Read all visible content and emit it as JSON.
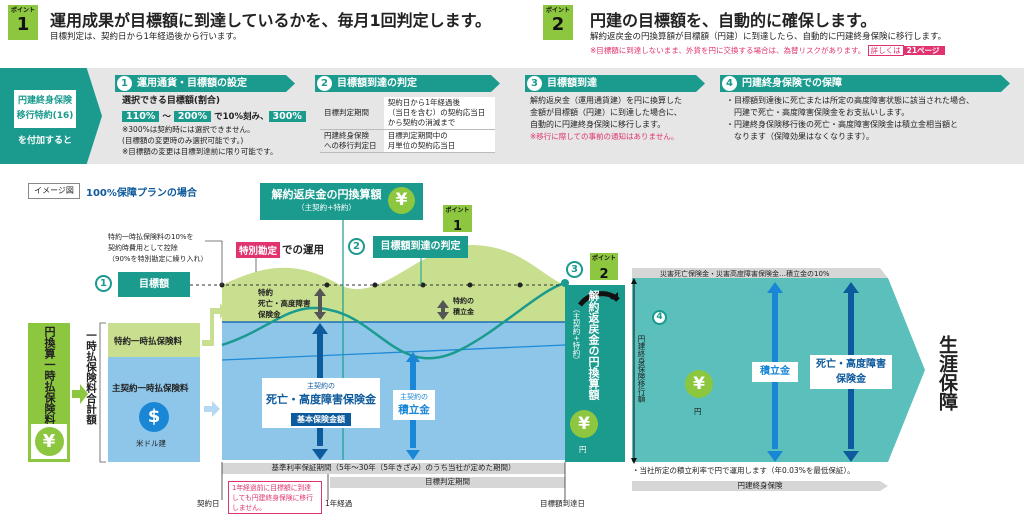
{
  "point1": {
    "badge_small": "ポイント",
    "badge_num": "1",
    "title": "運用成果が目標額に到達しているかを、毎月1回判定します。",
    "subtitle": "目標判定は、契約日から1年経過後から行います。"
  },
  "point2": {
    "badge_small": "ポイント",
    "badge_num": "2",
    "title": "円建の目標額を、自動的に確保します。",
    "subtitle": "解約返戻金の円換算額が目標額（円建）に到達したら、自動的に円建終身保険に移行します。",
    "note": "※目標額に到達しないまま、外貨を円に交換する場合は、為替リスクがあります。",
    "link_label": "詳しくは",
    "link_page": "21ページ"
  },
  "summary": {
    "rider_box": [
      "円建終身保険",
      "移行特約(16)"
    ],
    "rider_suffix": "を付加すると",
    "step1": {
      "num": "1",
      "title": "運用通貨・目標額の設定",
      "lead": "選択できる目標額(割合)",
      "pct_from": "110%",
      "tilde": "〜",
      "pct_to": "200%",
      "step_text": "で10%刻み、",
      "pct_max": "300%",
      "notes": [
        "※300%は契約時には選択できません。",
        "(目標額の変更時のみ選択可能です。)",
        "※目標額の変更は目標到達前に限り可能です。"
      ]
    },
    "step2": {
      "num": "2",
      "title": "目標額到達の判定",
      "rows": [
        {
          "head": "目標判定期間",
          "value": [
            "契約日から1年経過後",
            "（当日を含む）の契約応当日",
            "から契約の消滅まで"
          ]
        },
        {
          "head": "円建終身保険\nへの移行判定日",
          "value": [
            "目標判定期間中の",
            "月単位の契約応当日"
          ]
        }
      ]
    },
    "step3": {
      "num": "3",
      "title": "目標額到達",
      "lines": [
        "解約返戻金（運用通貨建）を円に換算した",
        "金額が目標額（円建）に到達した場合に、",
        "自動的に円建終身保険に移行します。"
      ],
      "note": "※移行に際しての事前の通知はありません。"
    },
    "step4": {
      "num": "4",
      "title": "円建終身保険での保障",
      "lines": [
        "・目標額到達後に死亡または所定の高度障害状態に該当された場合、",
        "　円建で死亡・高度障害保険金をお支払いします。",
        "・円建終身保険移行後の死亡・高度障害保険金は積立金相当額と",
        "　なります（保障効果はなくなります）。"
      ]
    }
  },
  "diagram": {
    "image_tag": "イメージ図",
    "plan": "100%保障プランの場合",
    "conversion_box": {
      "title": "解約返戻金の円換算額",
      "sub": "（主契約+特約）",
      "yen": "¥"
    },
    "point1_badge": {
      "small": "ポイント",
      "num": "1"
    },
    "point2_badge": {
      "small": "ポイント",
      "num": "2"
    },
    "deduction_note": [
      "特約一時払保険料の10%を",
      "契約時費用として控除",
      "（90%を特別勘定に繰り入れ）"
    ],
    "special_account": "特別勘定",
    "special_account_suffix": "での運用",
    "c1": "1",
    "target": "目標額",
    "c2": "2",
    "judge": "目標額到達の判定",
    "c3": "3",
    "c4": "4",
    "rider_death": [
      "特約",
      "死亡・高度障害",
      "保険金"
    ],
    "rider_reserve": [
      "特約の",
      "積立金"
    ],
    "yen_premium": "円換算一時払保険料",
    "yen_sym": "¥",
    "total_premium": "一時払保険料合計額",
    "rider_premium": "特約一時払保険料",
    "main_premium": "主契約一時払保険料",
    "usd_sym": "$",
    "usd_label": "米ドル建",
    "main_death": {
      "pre": "主契約の",
      "title": "死亡・高度障害保険金",
      "tag": "基本保険金額"
    },
    "main_reserve": {
      "pre": "主契約の",
      "title": "積立金"
    },
    "yen_column": {
      "title": "解約返戻金の円換算額",
      "sub": "（主契約+特約）",
      "yen": "¥",
      "unit": "円"
    },
    "transfer_amount": "円建終身保険移行額",
    "right_top": "災害死亡保険金・災害高度障害保険金…積立金の10%",
    "right_yen": "¥",
    "right_unit": "円",
    "right_reserve": "積立金",
    "right_death": [
      "死亡・高度障害",
      "保険金"
    ],
    "lifetime": "生涯保障",
    "right_note": "・当社所定の積立利率で円で運用します（年0.03%を最低保証）。",
    "right_bar": "円建終身保険",
    "bar1": "基準利率保証期間（5年〜30年（5年きざみ）のうち当社が定めた期間）",
    "bar2": "目標判定期間",
    "warning": [
      "1年経過前に目標額に到達",
      "しても円建終身保険に移行",
      "しません。"
    ],
    "t_contract": "契約日",
    "t_1year": "1年経過",
    "t_reach": "目標額到達日"
  },
  "colors": {
    "teal": "#1a9b8e",
    "green": "#8dc63f",
    "lightgreen": "#c8df90",
    "blue": "#8ec6ea",
    "pink": "#e0336f",
    "navy": "#0d5a9c"
  }
}
